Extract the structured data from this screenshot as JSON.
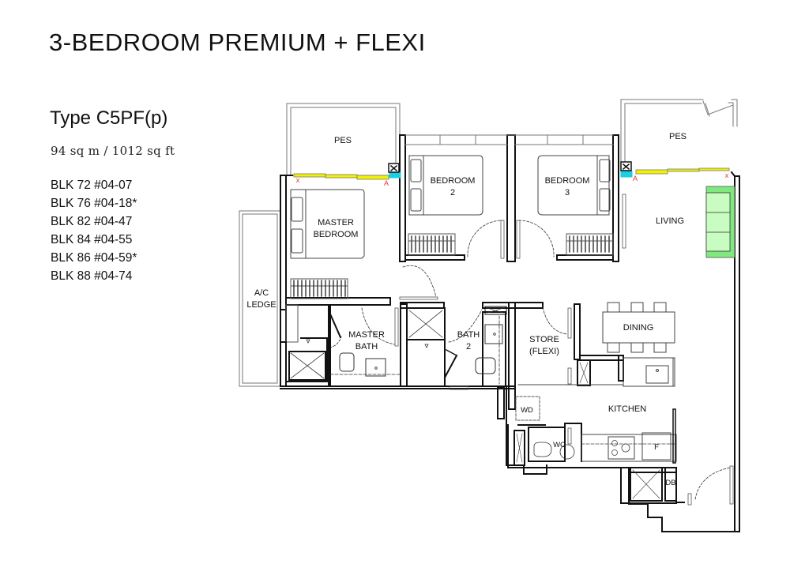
{
  "header": {
    "title": "3-BEDROOM PREMIUM + FLEXI"
  },
  "unit": {
    "type": "Type C5PF(p)",
    "area": "94 sq m / 1012 sq ft",
    "blocks": [
      "BLK 72 #04-07",
      "BLK 76 #04-18*",
      "BLK 82 #04-47",
      "BLK 84 #04-55",
      "BLK 86 #04-59*",
      "BLK 88 #04-74"
    ]
  },
  "floorplan": {
    "rooms": {
      "pes_left": "PES",
      "pes_right": "PES",
      "master_bedroom_l1": "MASTER",
      "master_bedroom_l2": "BEDROOM",
      "bedroom2_l1": "BEDROOM",
      "bedroom2_l2": "2",
      "bedroom3_l1": "BEDROOM",
      "bedroom3_l2": "3",
      "living": "LIVING",
      "ac_ledge_l1": "A/C",
      "ac_ledge_l2": "LEDGE",
      "master_bath_l1": "MASTER",
      "master_bath_l2": "BATH",
      "bath2_l1": "BATH",
      "bath2_l2": "2",
      "store_l1": "STORE",
      "store_l2": "(FLEXI)",
      "dining": "DINING",
      "kitchen": "KITCHEN",
      "wd": "WD",
      "wc": "WC",
      "fridge": "F",
      "db": "DB"
    },
    "markers": {
      "x_left": "x",
      "a_left": "A",
      "a_right": "A",
      "x_right": "x"
    },
    "colors": {
      "wall": "#111111",
      "sliding_door": "#f2f200",
      "aircon": "#1ad0e0",
      "sofa_outer": "#7fe87f",
      "sofa_inner": "#c8fcc0",
      "marker": "#e33333"
    }
  }
}
